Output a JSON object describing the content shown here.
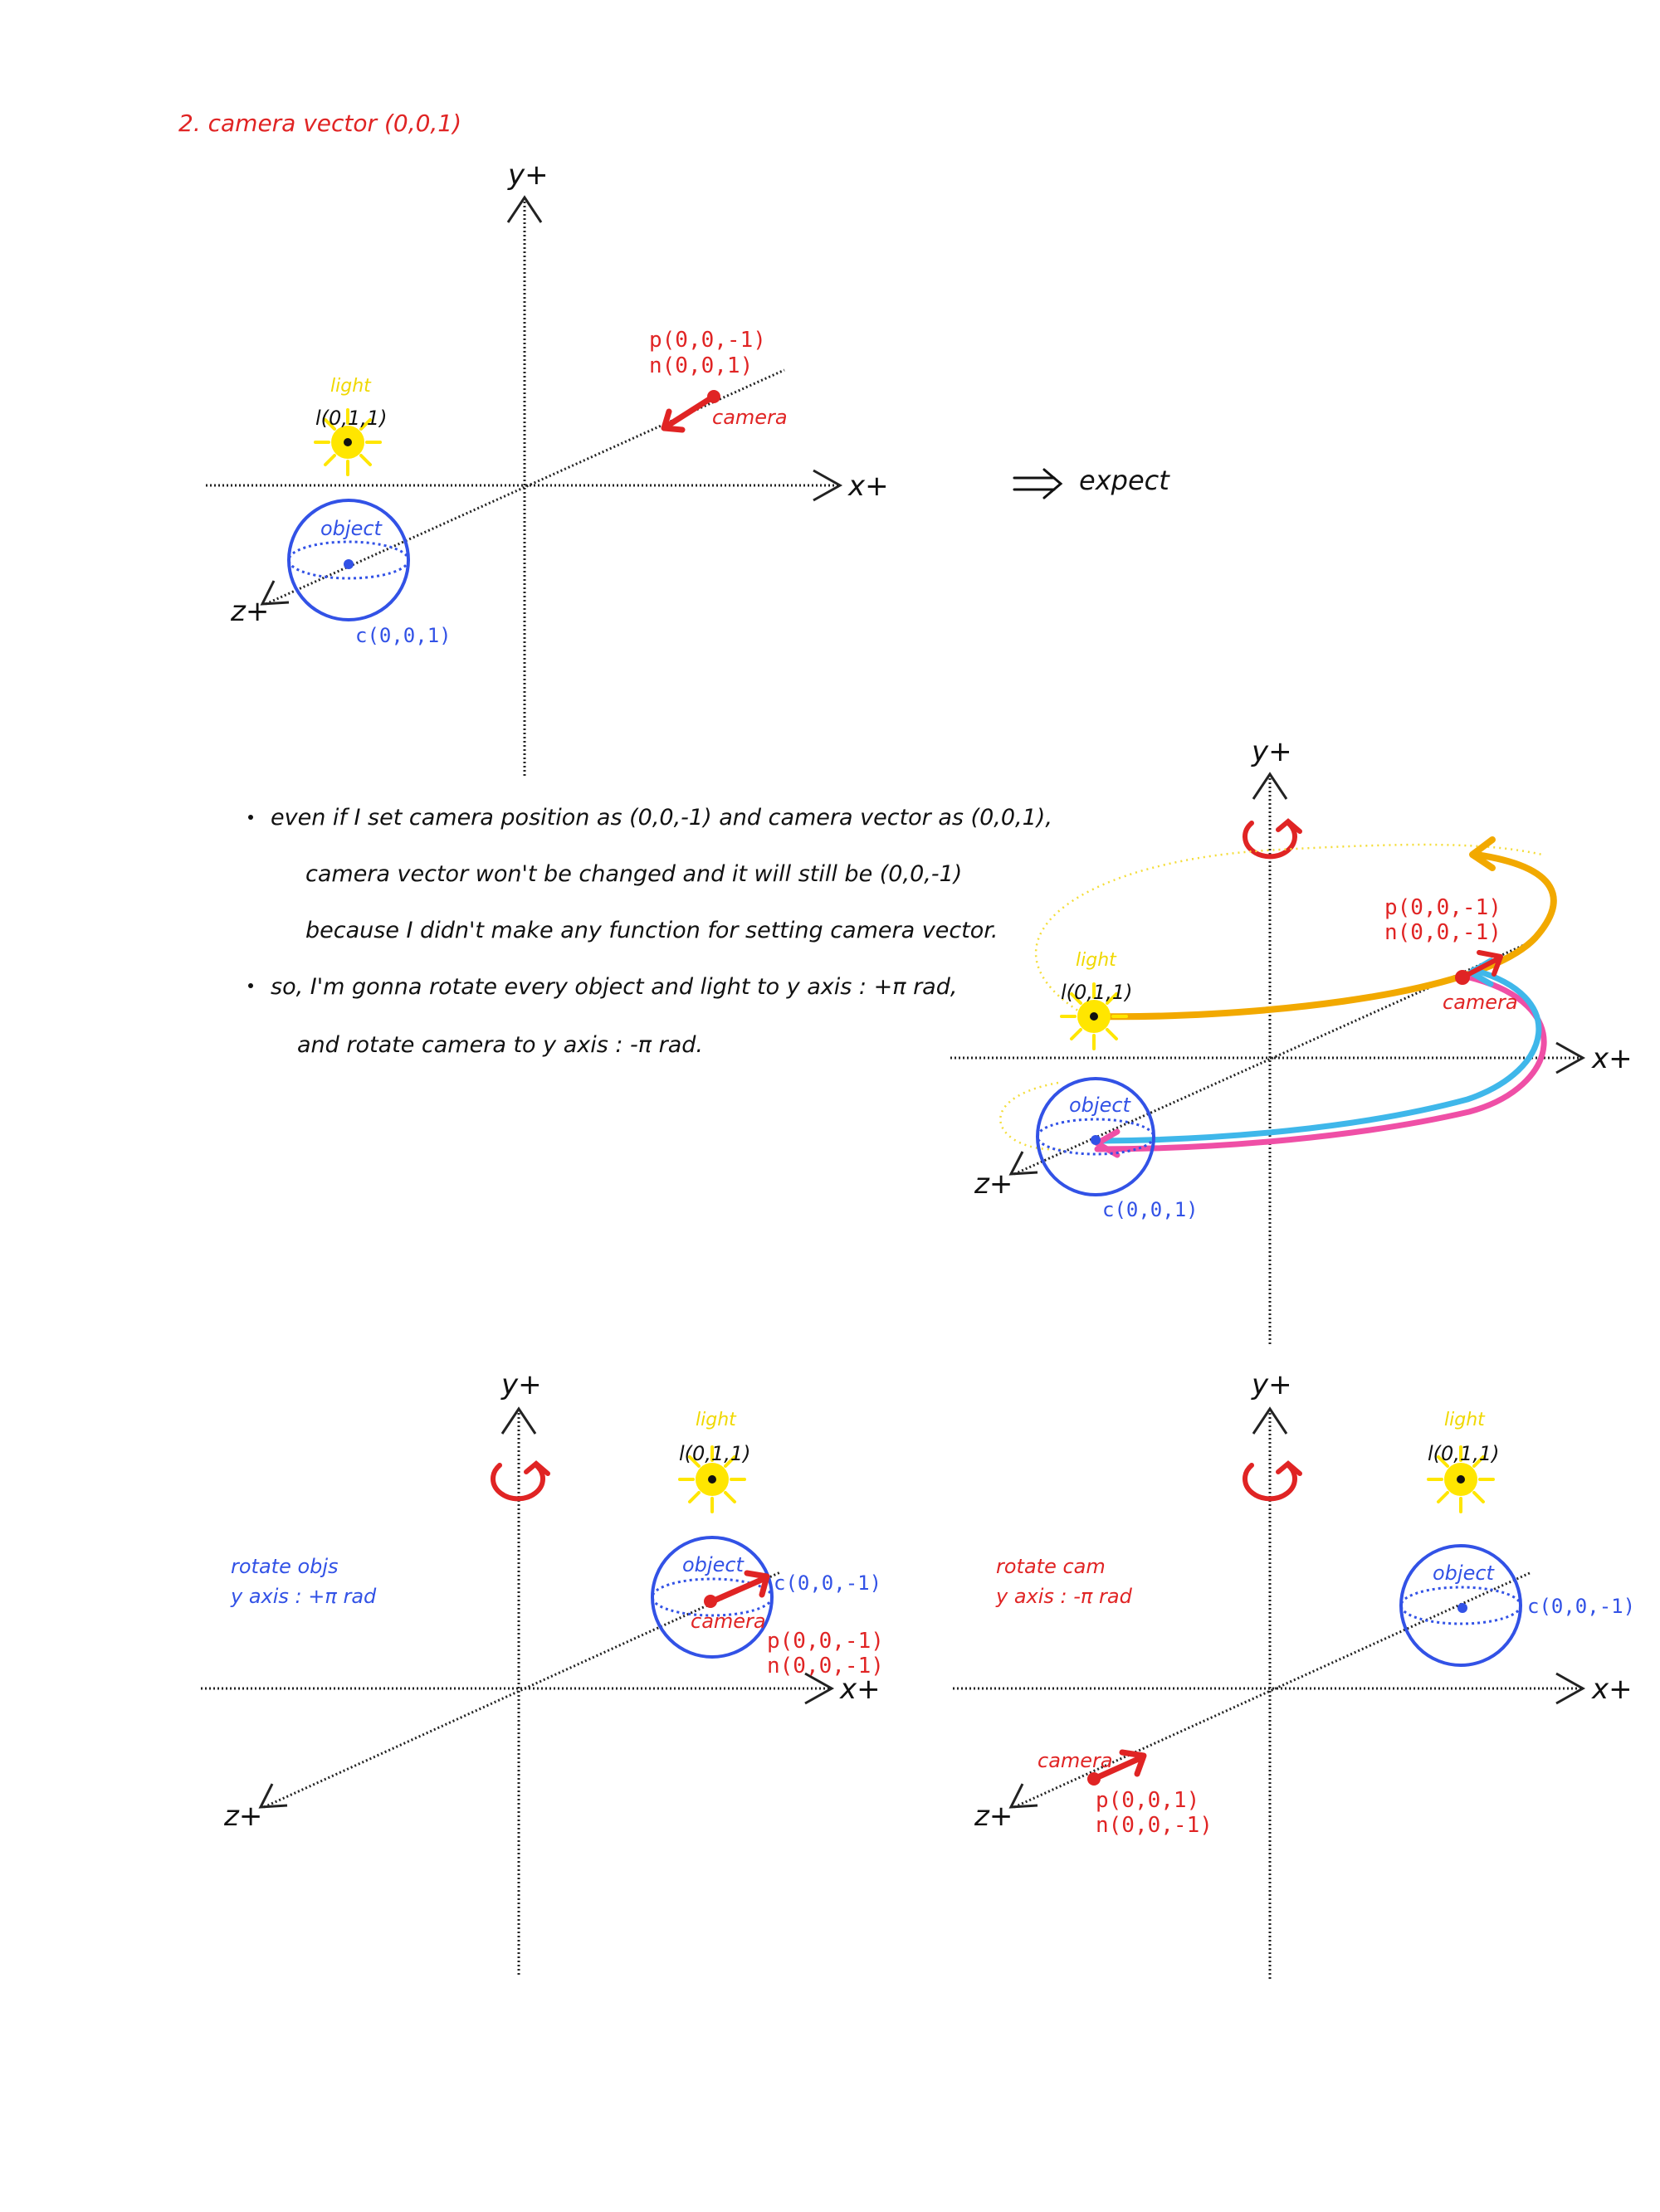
{
  "title": "2. camera vector (0,0,1)",
  "expect_label": "expect",
  "notes": [
    "even if I set camera position as (0,0,-1) and camera vector as (0,0,1),",
    "camera vector won't be changed and it will still be (0,0,-1)",
    "because I didn't make any function for setting camera vector.",
    "so, I'm gonna rotate every object and light to y axis : +π rad,",
    "and rotate camera to y axis : -π rad."
  ],
  "axis_labels": {
    "y": "y+",
    "x": "x+",
    "z": "z+"
  },
  "common": {
    "light_word": "light",
    "light_coord": "l(0,1,1)",
    "object_word": "object",
    "camera_word": "camera"
  },
  "diagram1": {
    "camera_p": "p(0,0,-1)",
    "camera_n": "n(0,0,1)",
    "object_c": "c(0,0,1)"
  },
  "diagram2": {
    "camera_p": "p(0,0,-1)",
    "camera_n": "n(0,0,-1)",
    "object_c": "c(0,0,1)"
  },
  "diagram3": {
    "note_line1": "rotate objs",
    "note_line2": "y axis : +π rad",
    "object_c": "c(0,0,-1)",
    "camera_p": "p(0,0,-1)",
    "camera_n": "n(0,0,-1)"
  },
  "diagram4": {
    "note_line1": "rotate cam",
    "note_line2": "y axis : -π rad",
    "object_c": "c(0,0,-1)",
    "camera_p": "p(0,0,1)",
    "camera_n": "n(0,0,-1)"
  },
  "colors": {
    "red": "#e02424",
    "blue": "#3252e6",
    "light_yellow": "#ffe600",
    "light_label": "#f0d800",
    "orange": "#f2a900",
    "pink": "#ef4fa6",
    "cyan": "#3fb7ea",
    "axis": "#111111"
  }
}
